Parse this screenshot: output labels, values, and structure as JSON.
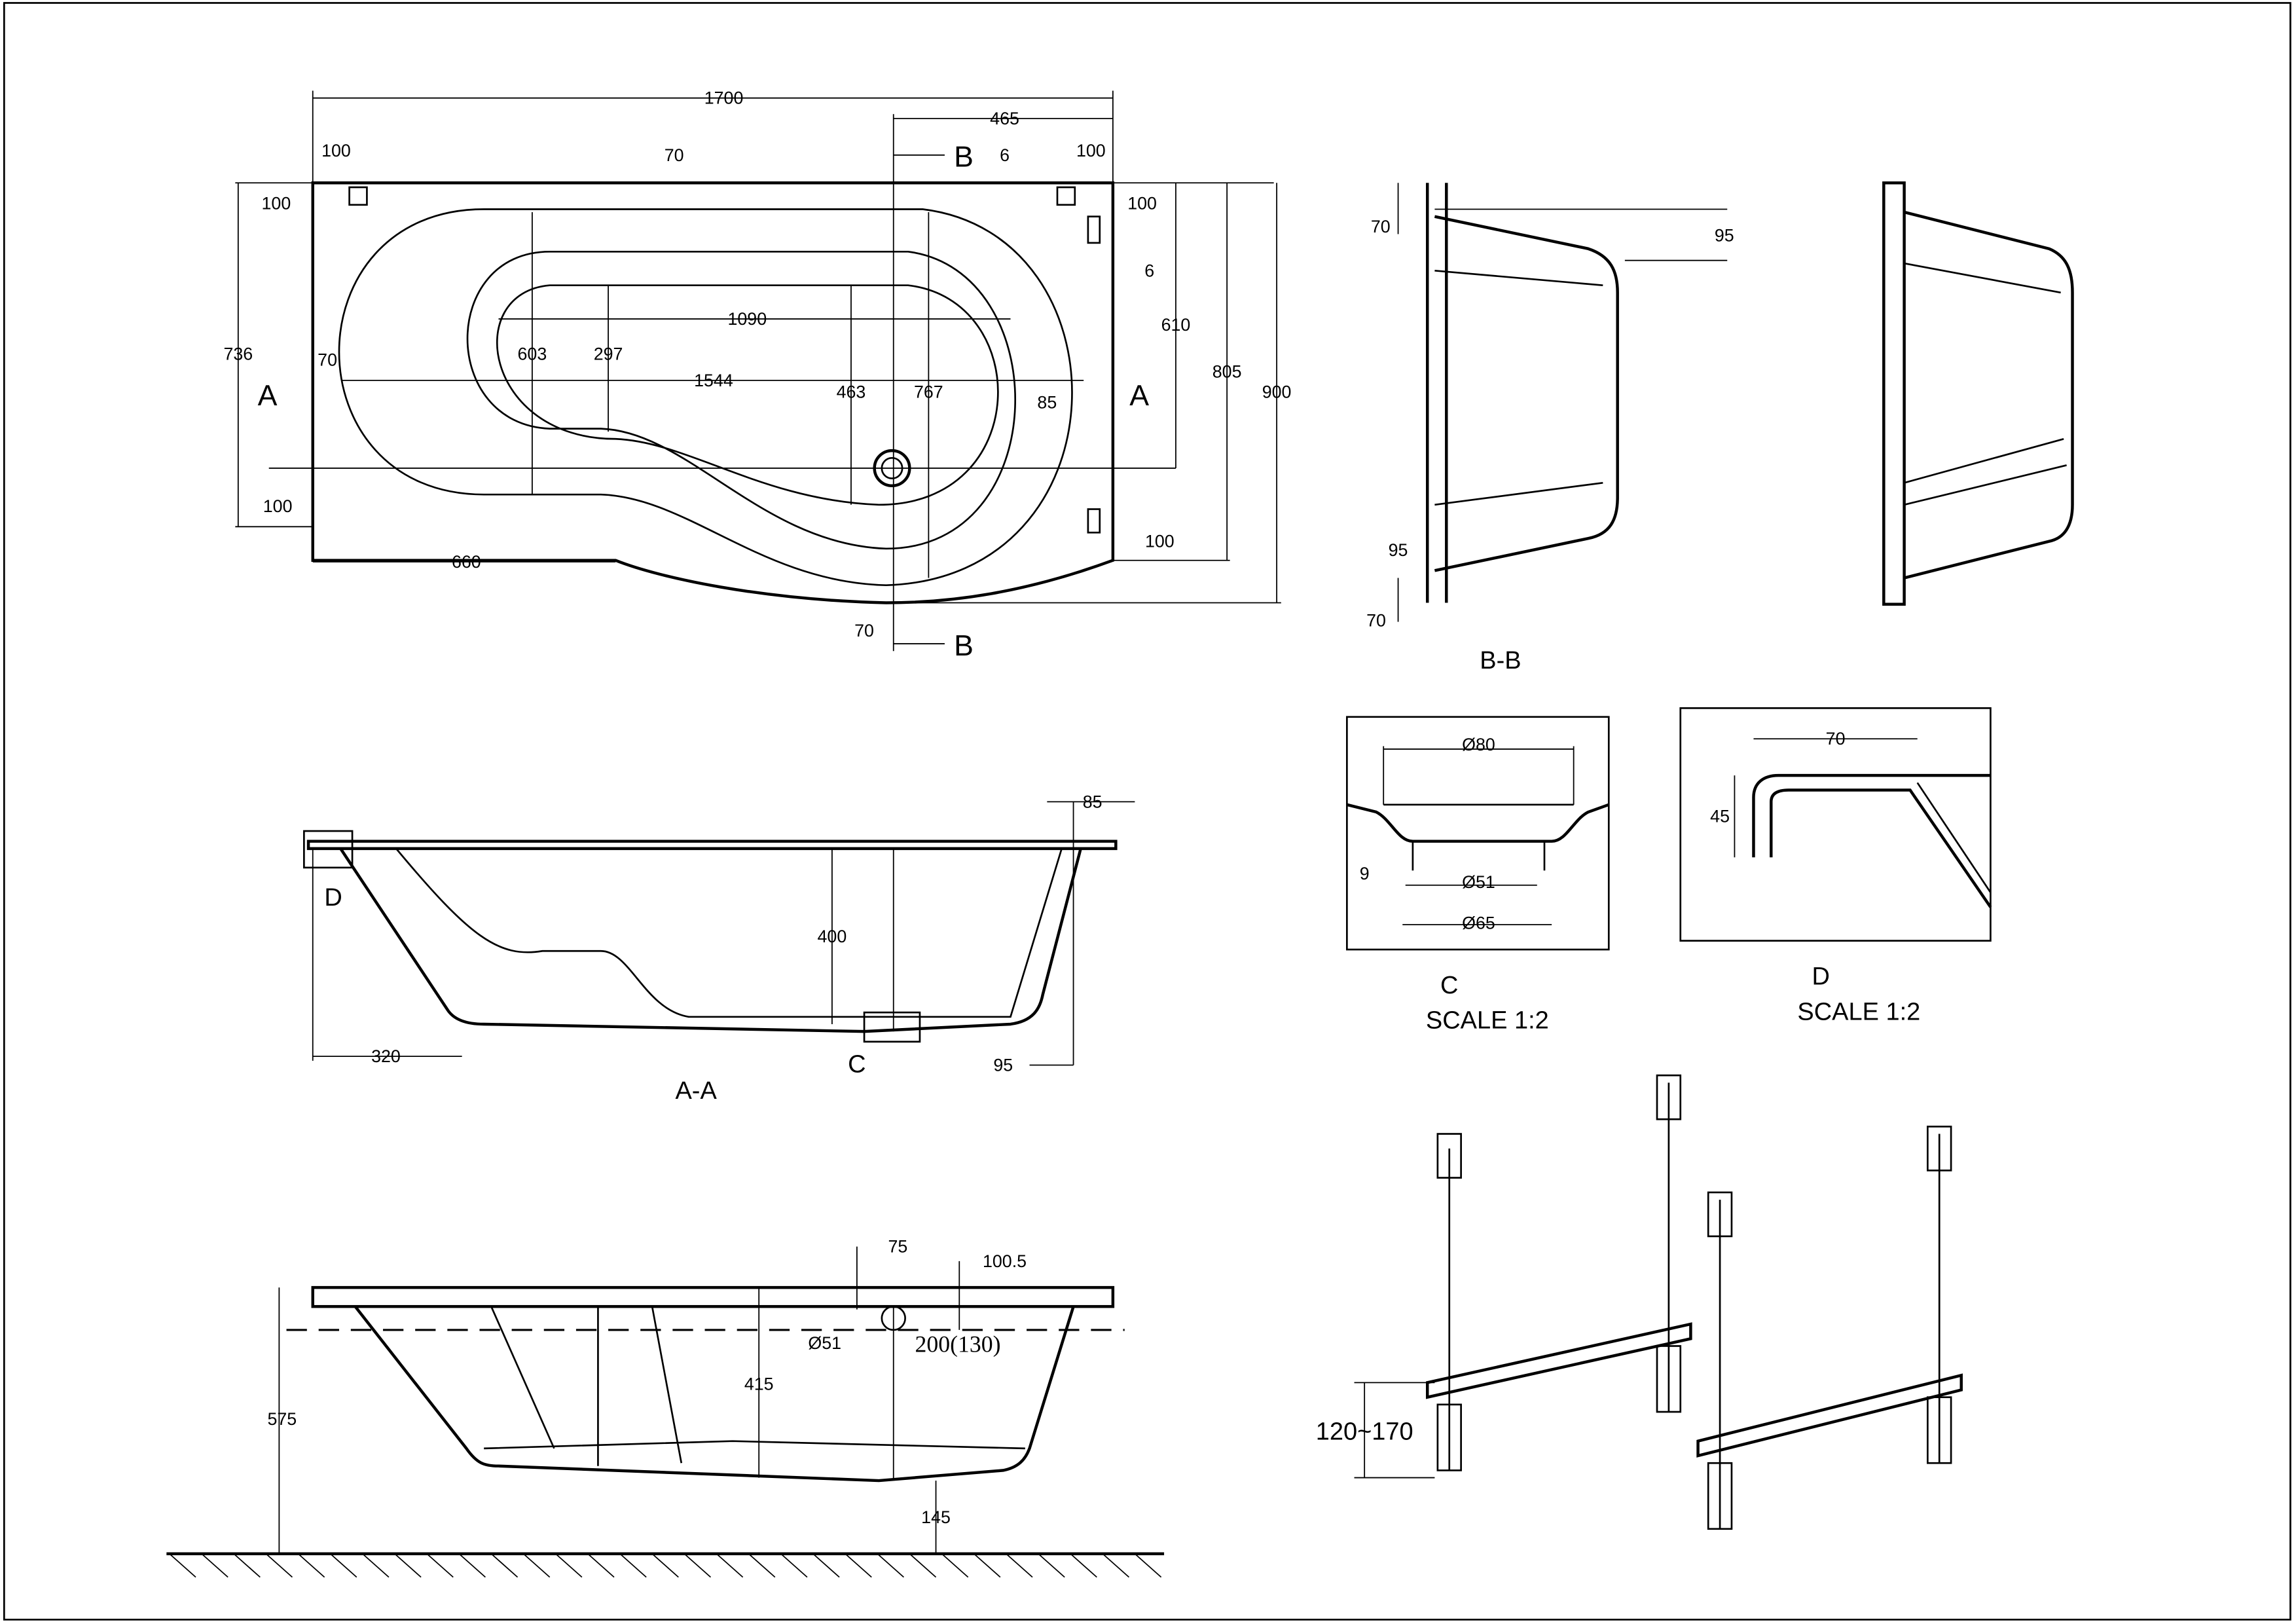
{
  "drawing": {
    "plan_view": {
      "dims": {
        "overall_length": "1700",
        "b_offset": "465",
        "left_top_100": "100",
        "right_top_100": "100",
        "rim_70": "70",
        "section_b_top": "B",
        "section_b_bottom": "B",
        "gap_6_top": "6",
        "left_100_upper": "100",
        "right_100_upper": "100",
        "gap_6_side": "6",
        "width_736": "736",
        "rim_70_left": "70",
        "d603": "603",
        "d297": "297",
        "d1090": "1090",
        "d1544": "1544",
        "d463": "463",
        "d767": "767",
        "d85": "85",
        "section_a_left": "A",
        "section_a_right": "A",
        "d610": "610",
        "d805": "805",
        "d900": "900",
        "left_100_lower": "100",
        "d660": "660",
        "right_100_lower": "100",
        "bottom_70": "70"
      }
    },
    "section_bb": {
      "d70_top": "70",
      "d95_top": "95",
      "d95_bottom": "95",
      "d70_bottom": "70",
      "title": "B-B"
    },
    "detail_c": {
      "d80": "Ø80",
      "d9": "9",
      "d51": "Ø51",
      "d65": "Ø65",
      "title": "C",
      "scale": "SCALE 1:2"
    },
    "detail_d": {
      "d70": "70",
      "d45": "45",
      "title": "D",
      "scale": "SCALE 1:2"
    },
    "section_aa": {
      "d85": "85",
      "marker_d": "D",
      "d400": "400",
      "d320": "320",
      "marker_c": "C",
      "d95": "95",
      "title": "A-A"
    },
    "side_elevation": {
      "d75": "75",
      "d100_5": "100.5",
      "d51": "Ø51",
      "overflow": "200(130)",
      "d415": "415",
      "d575": "575",
      "d145": "145"
    },
    "legs": {
      "adjust_range": "120~170"
    }
  }
}
